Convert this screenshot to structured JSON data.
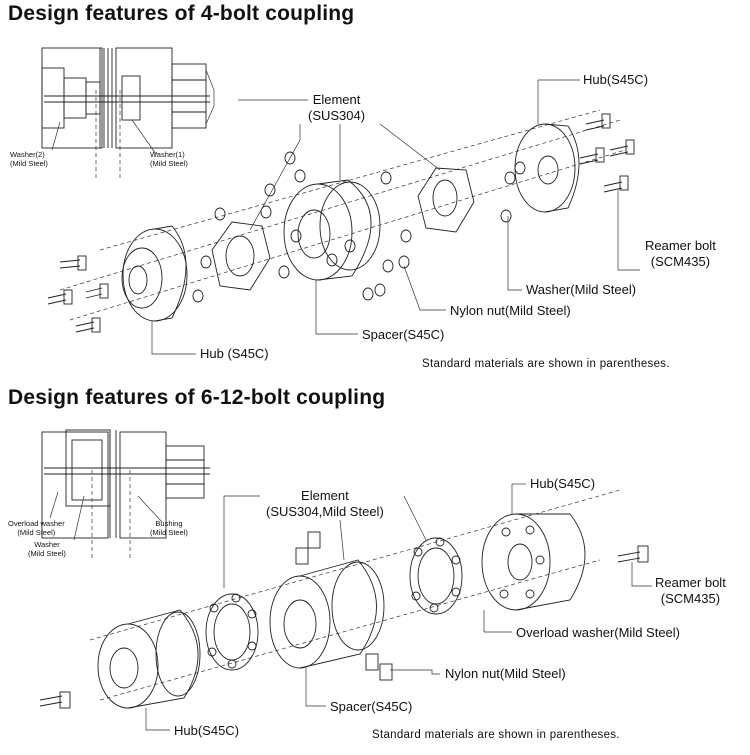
{
  "section1": {
    "title": "Design features of 4-bolt coupling",
    "detail": {
      "left_washer": [
        "Washer(2)",
        "(Mild Steel)"
      ],
      "right_washer": [
        "Washer(1)",
        "(Mild Steel)"
      ]
    },
    "labels": {
      "element": [
        "Element",
        "(SUS304)"
      ],
      "hub_top": "Hub(S45C)",
      "reamer_bolt": [
        "Reamer bolt",
        "(SCM435)"
      ],
      "washer": "Washer(Mild Steel)",
      "nylon_nut": "Nylon nut(Mild Steel)",
      "spacer": "Spacer(S45C)",
      "hub_bottom": "Hub (S45C)"
    },
    "note": "Standard materials are shown in parentheses."
  },
  "section2": {
    "title": "Design features of 6-12-bolt coupling",
    "detail": {
      "overload_washer": [
        "Overload washer",
        "(Mild Steel)"
      ],
      "washer": [
        "Washer",
        "(Mild Steel)"
      ],
      "bushing": [
        "Bushing",
        "(Mild Steel)"
      ]
    },
    "labels": {
      "element": [
        "Element",
        "(SUS304,Mild Steel)"
      ],
      "hub_top": "Hub(S45C)",
      "reamer_bolt": [
        "Reamer bolt",
        "(SCM435)"
      ],
      "overload_washer": "Overload washer(Mild Steel)",
      "nylon_nut": "Nylon nut(Mild Steel)",
      "spacer": "Spacer(S45C)",
      "hub_bottom": "Hub(S45C)"
    },
    "note": "Standard materials are shown in parentheses."
  }
}
